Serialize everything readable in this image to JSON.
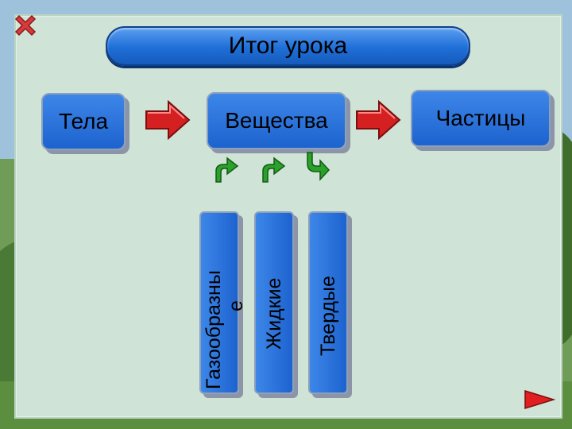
{
  "title": "Итог урока",
  "boxes": {
    "tela": "Тела",
    "veshestva": "Вещества",
    "chastitsy": "Частицы"
  },
  "states": [
    {
      "line1": "Газообразны",
      "line2": "е"
    },
    {
      "line1": "Жидкие"
    },
    {
      "line1": "Твердые"
    }
  ],
  "icons": {
    "close": "close-x-icon",
    "arrow_right": "arrow-right-icon",
    "curved_up": "curved-arrow-up-icon",
    "curved_down": "curved-arrow-down-icon",
    "next": "play-next-icon"
  },
  "colors": {
    "box_blue": "#1d63cf",
    "arrow_red": "#d42020",
    "arrow_green": "#2aa12a",
    "panel": "#cfe3d6"
  }
}
